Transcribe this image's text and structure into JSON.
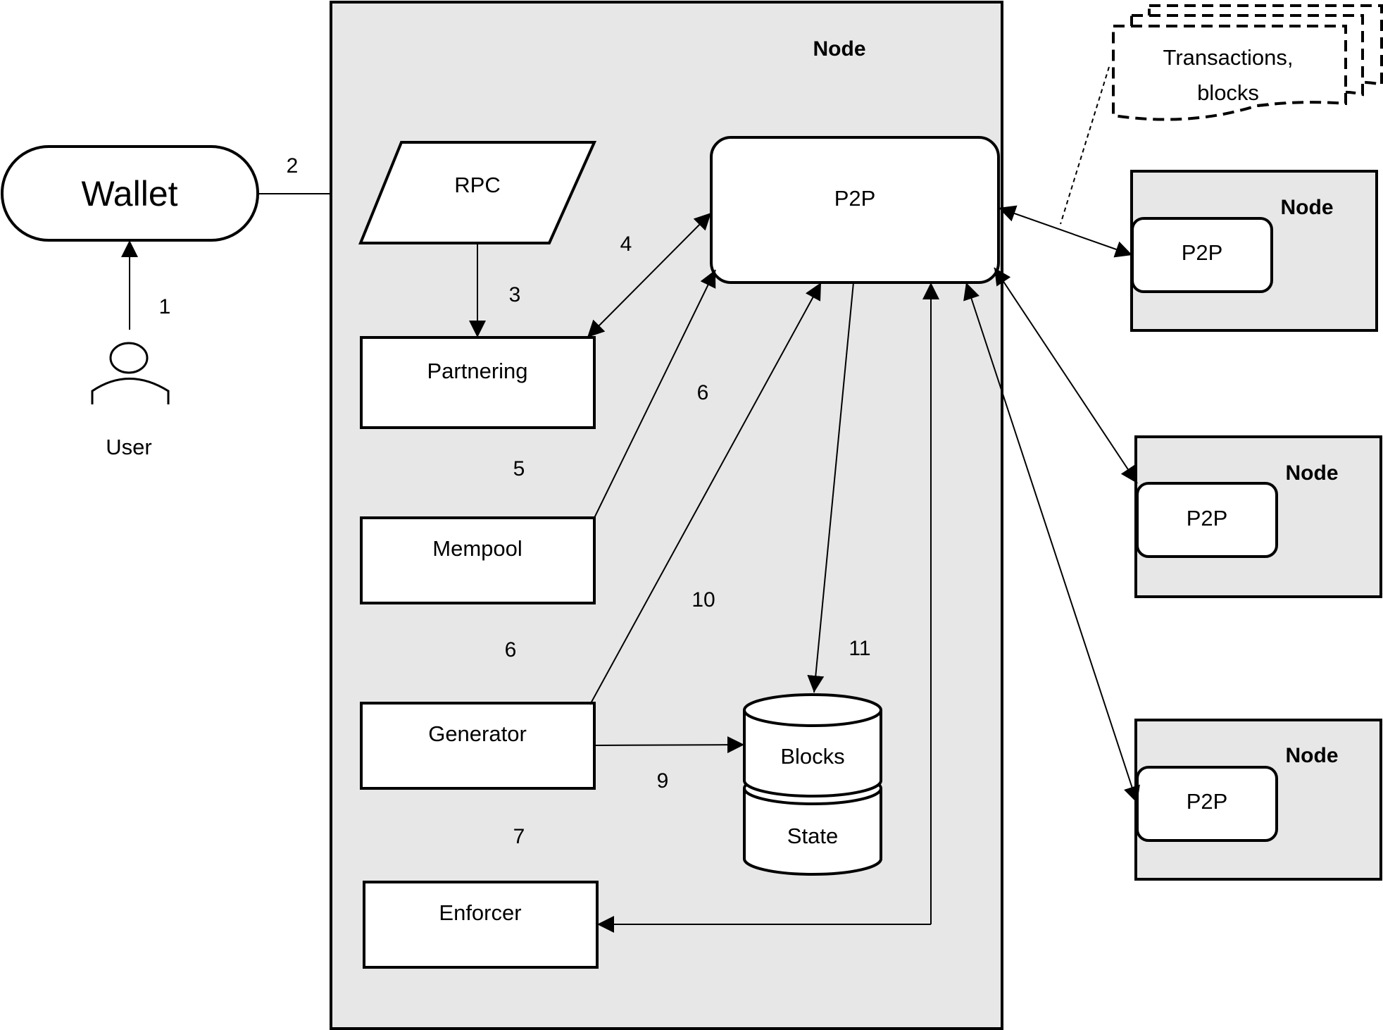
{
  "main_node": {
    "title": "Node"
  },
  "wallet": {
    "label": "Wallet"
  },
  "user": {
    "label": "User",
    "icon": "user-icon"
  },
  "components": {
    "rpc": "RPC",
    "partnering": "Partnering",
    "mempool": "Mempool",
    "generator": "Generator",
    "enforcer": "Enforcer",
    "p2p": "P2P"
  },
  "storage": {
    "blocks": "Blocks",
    "state": "State"
  },
  "remote_nodes": [
    {
      "title": "Node",
      "p2p_label": "P2P"
    },
    {
      "title": "Node",
      "p2p_label": "P2P"
    },
    {
      "title": "Node",
      "p2p_label": "P2P"
    }
  ],
  "messages": {
    "line1": "Transactions,",
    "line2": "blocks"
  },
  "step_labels": {
    "s1": "1",
    "s2": "2",
    "s3": "3",
    "s4": "4",
    "s5": "5",
    "s6a": "6",
    "s6b": "6",
    "s7": "7",
    "s9": "9",
    "s10": "10",
    "s11": "11"
  }
}
